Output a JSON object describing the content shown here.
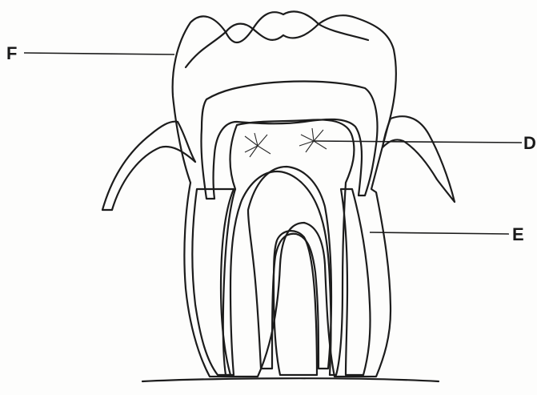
{
  "diagram": {
    "labels": [
      {
        "id": "F",
        "text": "F"
      },
      {
        "id": "D",
        "text": "D"
      },
      {
        "id": "E",
        "text": "E"
      }
    ]
  },
  "colors": {
    "ink": "#1c1c1c",
    "paper": "#fdfdfc",
    "shade": "#d9d6cf"
  }
}
